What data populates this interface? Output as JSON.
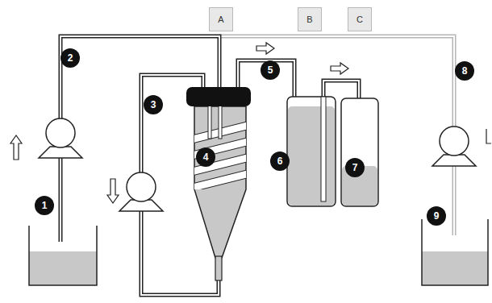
{
  "diagram": {
    "nodes": [
      {
        "text": [
          "A"
        ]
      },
      {
        "text": [
          "B"
        ]
      },
      {
        "text": [
          "C"
        ]
      }
    ],
    "labels": [
      "1",
      "2",
      "3",
      "4",
      "5",
      "6",
      "7",
      "8",
      "9"
    ]
  }
}
